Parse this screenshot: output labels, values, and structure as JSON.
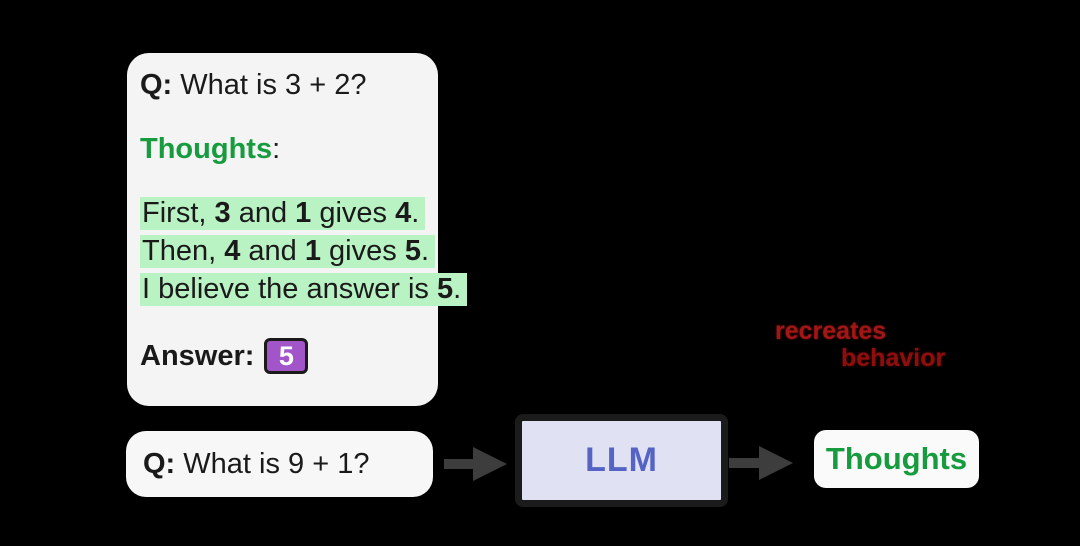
{
  "colors": {
    "background": "#000000",
    "example_card_bg": "#f4f4f4",
    "query_card_bg": "#f7f7f7",
    "highlight_green": "#b9f2c3",
    "text_green": "#169c3e",
    "answer_purple": "#a155c9",
    "llm_fill": "#e0e2f4",
    "llm_text_blue": "#5563c4",
    "llm_border": "#1b1b1b",
    "arrow_gray": "#3d3d3d",
    "annotation_red": "#a31616",
    "annotation_red_dark": "#8e0e0e",
    "text_black": "#1a1a1a",
    "output_box_bg": "#fafafa"
  },
  "example_card": {
    "q_prefix": "Q:",
    "q_text": " What is 3 + 2?",
    "thoughts_label": "Thoughts",
    "thoughts_colon": ":",
    "thought_lines": {
      "line1": {
        "pre": "First, ",
        "b1": "3",
        "mid1": " and ",
        "b2": "1",
        "mid2": " gives ",
        "b3": "4",
        "end": "."
      },
      "line2": {
        "pre": "Then, ",
        "b1": "4",
        "mid1": " and ",
        "b2": "1",
        "mid2": " gives ",
        "b3": "5",
        "end": "."
      },
      "line3": {
        "pre": "I believe the answer is ",
        "b1": "5",
        "end": "."
      }
    },
    "answer_label": "Answer:",
    "answer_value": "5"
  },
  "query_card": {
    "q_prefix": "Q:",
    "q_text": " What is 9 + 1?"
  },
  "llm_box": {
    "label": "LLM"
  },
  "output_box": {
    "label": "Thoughts"
  },
  "annotation": {
    "line1": "recreates",
    "line2": "behavior"
  }
}
